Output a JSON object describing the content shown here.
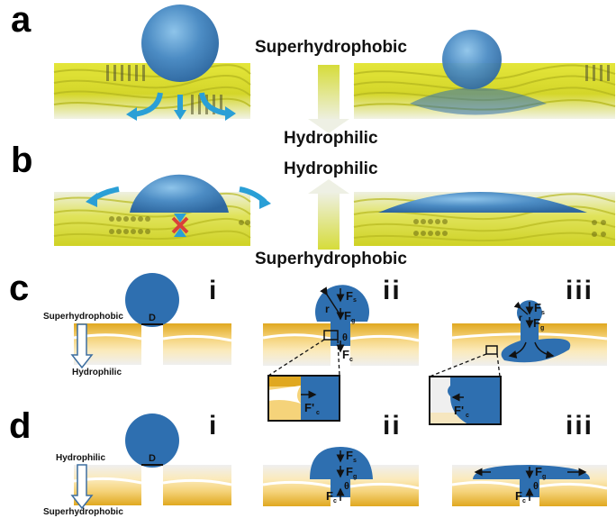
{
  "panels": {
    "a": {
      "letter": "a",
      "top_label": "Superhydrophobic",
      "bottom_label": "Hydrophilic"
    },
    "b": {
      "letter": "b",
      "top_label": "Hydrophilic",
      "bottom_label": "Superhydrophobic"
    },
    "c": {
      "letter": "c",
      "side_top": "Superhydrophobic",
      "side_bottom": "Hydrophilic",
      "stages": [
        {
          "numeral": "i",
          "labels": [
            "D"
          ]
        },
        {
          "numeral": "ii",
          "labels": [
            "F",
            "s",
            "F",
            "g",
            "r",
            "θ",
            "F",
            "c",
            "F'",
            "c"
          ]
        },
        {
          "numeral": "iii",
          "labels": [
            "F",
            "s",
            "F",
            "g",
            "r",
            "F'",
            "c"
          ]
        }
      ]
    },
    "d": {
      "letter": "d",
      "side_top": "Hydrophilic",
      "side_bottom": "Superhydrophobic",
      "stages": [
        {
          "numeral": "i",
          "labels": [
            "D"
          ]
        },
        {
          "numeral": "ii",
          "labels": [
            "F",
            "s",
            "F",
            "g",
            "θ",
            "F",
            "c"
          ]
        },
        {
          "numeral": "iii",
          "labels": [
            "F",
            "g",
            "θ",
            "F",
            "c"
          ]
        }
      ]
    }
  },
  "colors": {
    "water": "#2e6fb0",
    "droplet_3d": "#4a86c0",
    "flow_arrow": "#2a9fd6",
    "fabric_yellow": "#d8dc2a",
    "fabric_white": "#e8eadc",
    "layer_gold": "#e8b83a",
    "layer_grey": "#ececec",
    "block_x": "#d9413a"
  }
}
